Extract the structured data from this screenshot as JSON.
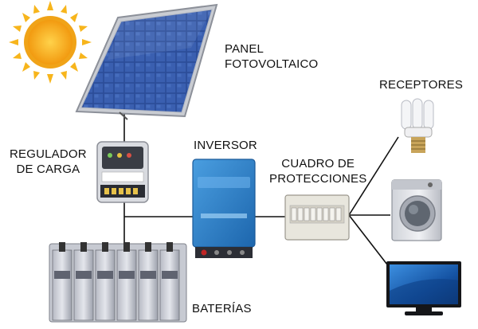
{
  "labels": {
    "panel": [
      "PANEL",
      "FOTOVOLTAICO"
    ],
    "regulador": [
      "REGULADOR",
      "DE CARGA"
    ],
    "inversor": "INVERSOR",
    "cuadro": [
      "CUADRO DE",
      "PROTECCIONES"
    ],
    "receptores": "RECEPTORES",
    "baterias": "BATERÍAS"
  },
  "colors": {
    "sun_core": "#f5a516",
    "sun_rays": "#f7b51c",
    "panel_cell": "#2c4f9c",
    "panel_frame": "#c9ccd2",
    "inverter": "#2f7fc6",
    "wire": "#111111",
    "battery": "#8a8d99",
    "tv_screen": "#1a63b8"
  }
}
